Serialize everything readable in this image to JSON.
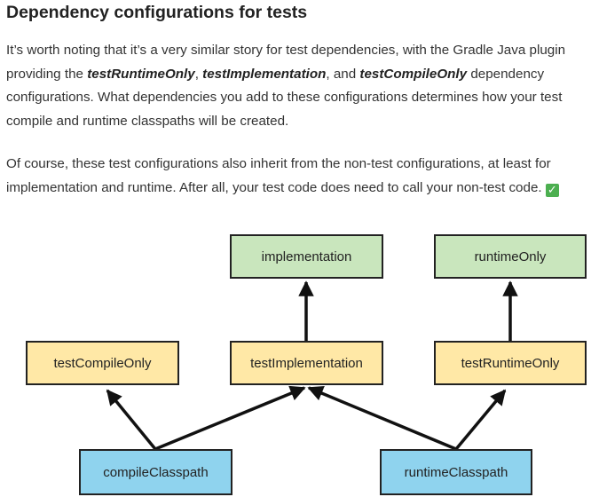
{
  "heading": "Dependency configurations for tests",
  "paragraph1": {
    "intro": "It’s worth noting that it’s a very similar story for test dependencies, with the Gradle Java plugin providing the ",
    "config1": "testRuntimeOnly",
    "sep1": ", ",
    "config2": "testImplementation",
    "sep2": ", and ",
    "config3": "testCompileOnly",
    "outro": " dependency configurations. What dependencies you add to these configurations determines how your test compile and runtime classpaths will be created."
  },
  "paragraph2": {
    "text": "Of course, these test configurations also inherit from the non-test configurations, at least for implementation and runtime. After all, your test code does need to call your non-test code. ",
    "check_glyph": "✓",
    "check_icon": "check-mark-button-icon"
  },
  "diagram": {
    "colors": {
      "main_config": "#c9e6bd",
      "test_config": "#ffe8a6",
      "classpath": "#8fd3ee",
      "edge": "#111111"
    },
    "nodes": {
      "implementation": "implementation",
      "runtime_only": "runtimeOnly",
      "test_compile_only": "testCompileOnly",
      "test_implementation": "testImplementation",
      "test_runtime_only": "testRuntimeOnly",
      "compile_classpath": "compileClasspath",
      "runtime_classpath": "runtimeClasspath"
    }
  }
}
